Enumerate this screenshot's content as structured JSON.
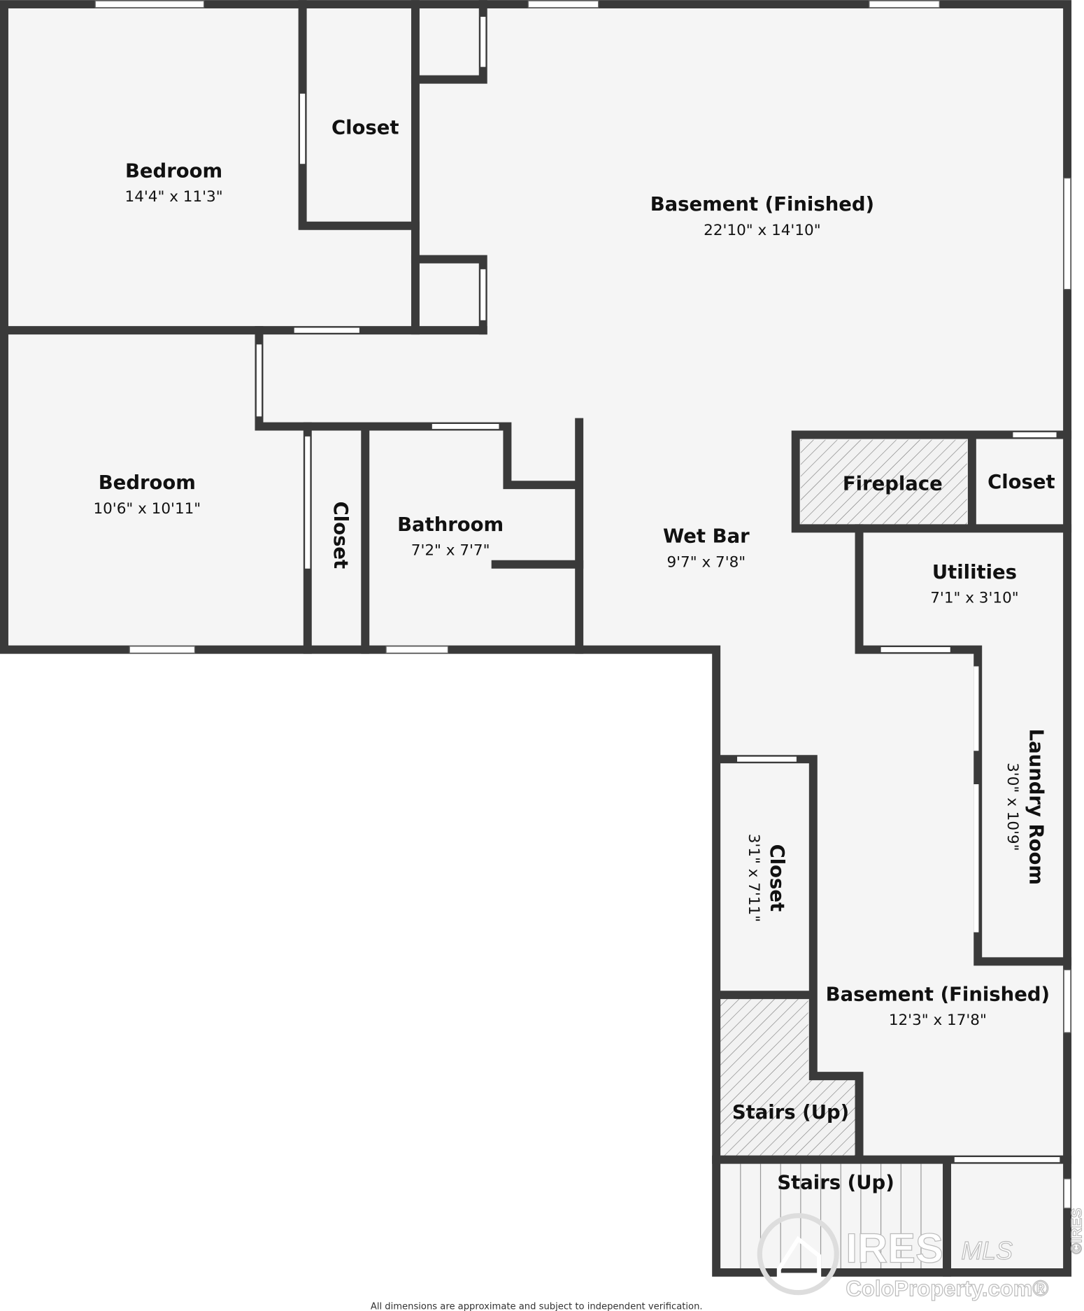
{
  "rooms": [
    {
      "name": "Bedroom",
      "dims": "14'4\" x 11'3\""
    },
    {
      "name": "Closet",
      "dims": ""
    },
    {
      "name": "Basement (Finished)",
      "dims": "22'10\" x 14'10\""
    },
    {
      "name": "Bedroom",
      "dims": "10'6\" x 10'11\""
    },
    {
      "name": "Closet",
      "dims": ""
    },
    {
      "name": "Bathroom",
      "dims": "7'2\" x 7'7\""
    },
    {
      "name": "Wet Bar",
      "dims": "9'7\" x 7'8\""
    },
    {
      "name": "Fireplace",
      "dims": ""
    },
    {
      "name": "Closet",
      "dims": ""
    },
    {
      "name": "Utilities",
      "dims": "7'1\" x 3'10\""
    },
    {
      "name": "Laundry Room",
      "dims": "3'0\" x 10'9\""
    },
    {
      "name": "Closet",
      "dims": "3'1\" x 7'11\""
    },
    {
      "name": "Basement (Finished)",
      "dims": "12'3\" x 17'8\""
    },
    {
      "name": "Stairs (Up)",
      "dims": ""
    },
    {
      "name": "Stairs (Up)",
      "dims": ""
    }
  ],
  "footer": "All dimensions are approximate and subject to independent verification.",
  "watermark": {
    "brand": "IRES",
    "script": "MLS",
    "site": "ColoProperty.com®",
    "side": "©IRES"
  },
  "colors": {
    "wall": "#3a3a3a",
    "floor": "#f5f5f5"
  }
}
